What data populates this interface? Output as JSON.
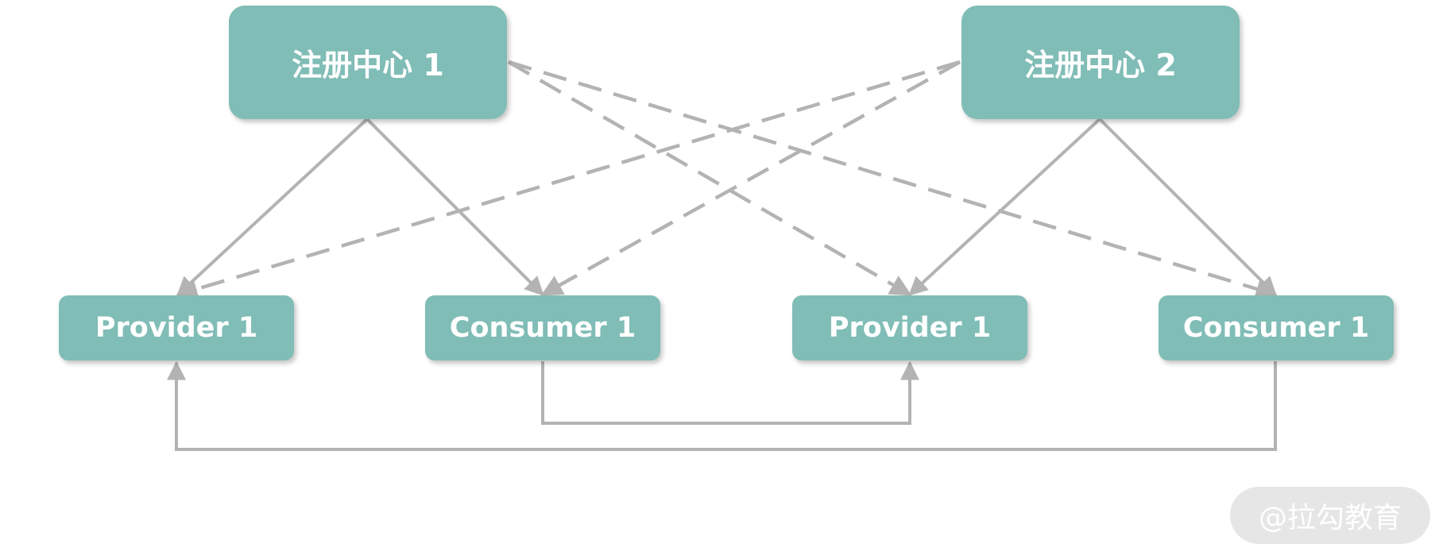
{
  "nodes": {
    "registry_1": "注册中心 1",
    "registry_2": "注册中心 2",
    "provider_1": "Provider 1",
    "consumer_1": "Consumer 1",
    "provider_2": "Provider 1",
    "consumer_2": "Consumer 1"
  },
  "watermark": "@拉勾教育",
  "colors": {
    "node_fill": "#80bdb6",
    "node_text": "#ffffff",
    "connector": "#b3b3b3",
    "watermark_bg": "#e6e6e6"
  }
}
